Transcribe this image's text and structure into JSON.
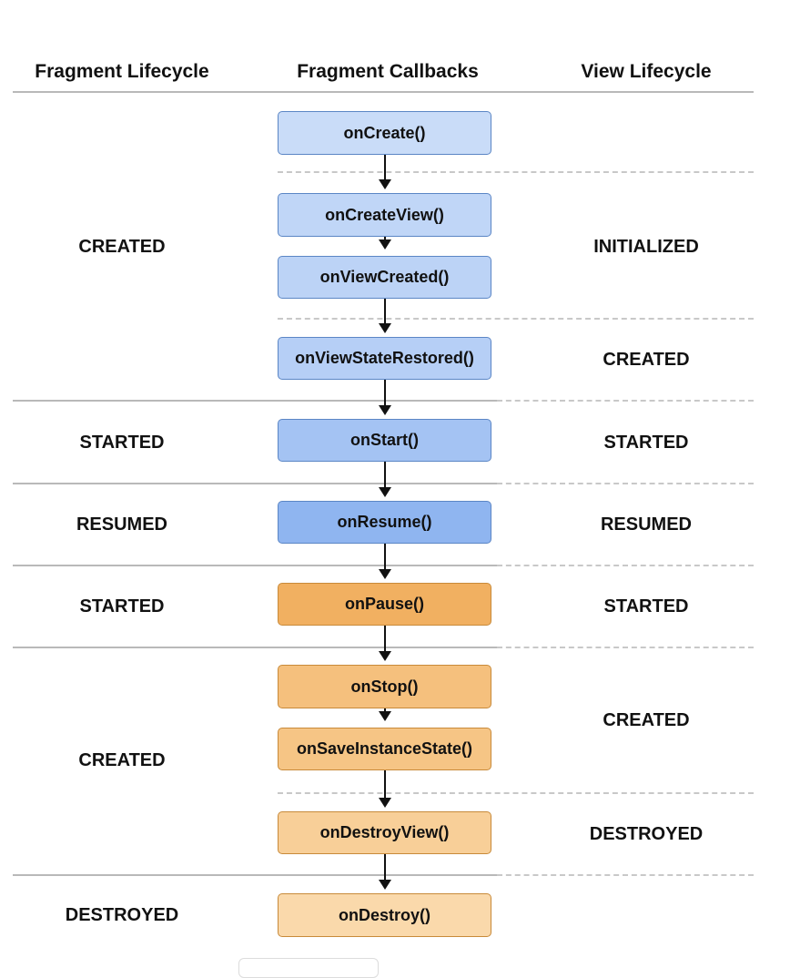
{
  "headers": {
    "fragment_lifecycle": "Fragment Lifecycle",
    "fragment_callbacks": "Fragment Callbacks",
    "view_lifecycle": "View Lifecycle"
  },
  "callbacks": [
    {
      "label": "onCreate()",
      "fill": "#c9dcf8",
      "stroke": "#5b86c5"
    },
    {
      "label": "onCreateView()",
      "fill": "#c0d6f7",
      "stroke": "#5b86c5"
    },
    {
      "label": "onViewCreated()",
      "fill": "#bcd3f6",
      "stroke": "#5b86c5"
    },
    {
      "label": "onViewStateRestored()",
      "fill": "#b6cff6",
      "stroke": "#5b86c5"
    },
    {
      "label": "onStart()",
      "fill": "#a4c3f3",
      "stroke": "#5b86c5"
    },
    {
      "label": "onResume()",
      "fill": "#8fb5f0",
      "stroke": "#5b86c5"
    },
    {
      "label": "onPause()",
      "fill": "#f1b061",
      "stroke": "#c88a3a"
    },
    {
      "label": "onStop()",
      "fill": "#f5c07d",
      "stroke": "#c88a3a"
    },
    {
      "label": "onSaveInstanceState()",
      "fill": "#f6c585",
      "stroke": "#c88a3a"
    },
    {
      "label": "onDestroyView()",
      "fill": "#f8cf98",
      "stroke": "#c88a3a"
    },
    {
      "label": "onDestroy()",
      "fill": "#fad9ab",
      "stroke": "#c88a3a"
    }
  ],
  "fragment_states": [
    "CREATED",
    "STARTED",
    "RESUMED",
    "STARTED",
    "CREATED",
    "DESTROYED"
  ],
  "view_states": [
    "INITIALIZED",
    "CREATED",
    "STARTED",
    "RESUMED",
    "STARTED",
    "CREATED",
    "DESTROYED"
  ]
}
